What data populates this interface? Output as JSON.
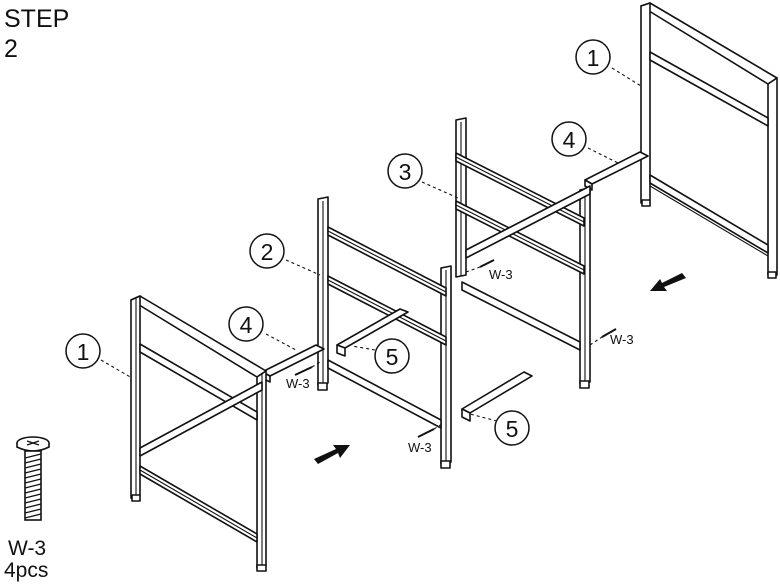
{
  "step": {
    "label": "STEP",
    "number": "2"
  },
  "hardware": {
    "code": "W-3",
    "quantity": "4pcs"
  },
  "callouts": {
    "front_side_frame": "1",
    "back_side_frame": "1",
    "front_inner_frame": "2",
    "back_inner_frame": "3",
    "left_connector_bar": "4",
    "right_connector_bar": "4",
    "front_short_bar": "5",
    "lower_short_bar": "5"
  },
  "screw_labels": {
    "front_left": "W-3",
    "front_center": "W-3",
    "back_center": "W-3",
    "back_right": "W-3"
  },
  "colors": {
    "line": "#111111",
    "background": "#ffffff"
  }
}
